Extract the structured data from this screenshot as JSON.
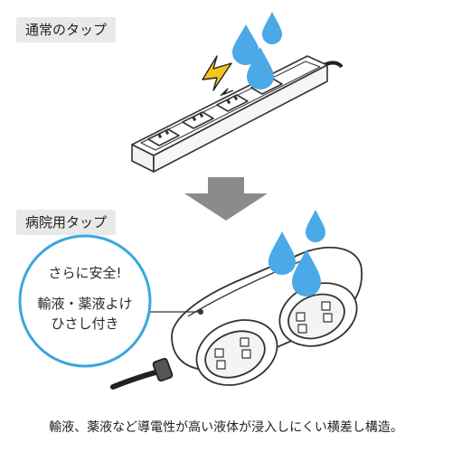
{
  "labels": {
    "normal_tap": "通常のタップ",
    "hospital_tap": "病院用タップ"
  },
  "callout": {
    "line1": "さらに安全!",
    "line2": "輸液・薬液よけ",
    "line3": "ひさし付き"
  },
  "caption": "輸液、薬液など導電性が高い液体が浸入しにくい横差し構造。",
  "icons": {
    "drop": "water-drop-icon",
    "spark": "lightning-icon",
    "arrow": "down-arrow-icon"
  },
  "colors": {
    "drop_blue": "#4aa9e6",
    "spark_yellow": "#f7c519",
    "arrow_gray": "#8b8b8b",
    "callout_border": "#39a6df",
    "outline": "#333333"
  }
}
